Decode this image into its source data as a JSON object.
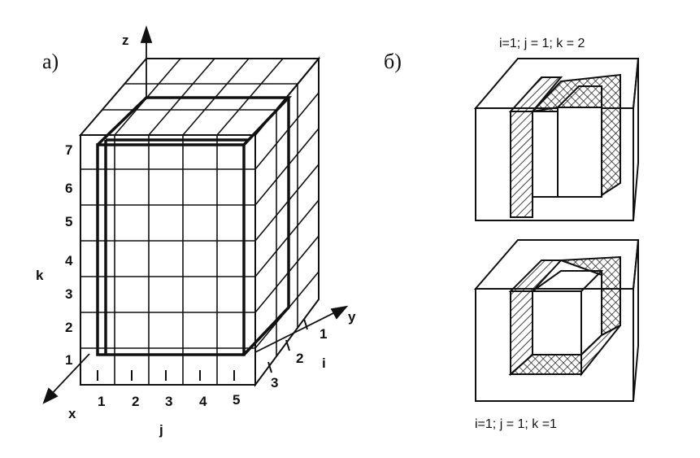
{
  "panel_a": {
    "label": "а)",
    "axes": {
      "z": "z",
      "y": "y",
      "x": "x"
    },
    "k_label": "k",
    "j_label": "j",
    "i_label": "i",
    "k_ticks": [
      "1",
      "2",
      "3",
      "4",
      "5",
      "6",
      "7"
    ],
    "j_ticks": [
      "1",
      "2",
      "3",
      "4",
      "5"
    ],
    "i_ticks": [
      "1",
      "2",
      "3"
    ]
  },
  "panel_b": {
    "label": "б)",
    "top_caption": "i=1; j = 1; k = 2",
    "bottom_caption": "i=1; j = 1; k =1"
  }
}
